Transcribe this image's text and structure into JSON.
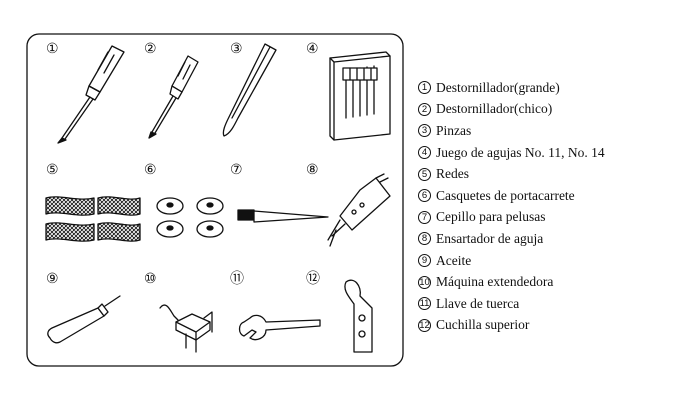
{
  "figure_labels": [
    "①",
    "②",
    "③",
    "④",
    "⑤",
    "⑥",
    "⑦",
    "⑧",
    "⑨",
    "⑩",
    "⑪",
    "⑫"
  ],
  "legend": [
    {
      "num": "1",
      "text": "Destornillador(grande)"
    },
    {
      "num": "2",
      "text": "Destornillador(chico)"
    },
    {
      "num": "3",
      "text": "Pinzas"
    },
    {
      "num": "4",
      "text": "Juego de agujas No. 11, No. 14"
    },
    {
      "num": "5",
      "text": "Redes"
    },
    {
      "num": "6",
      "text": "Casquetes de portacarrete"
    },
    {
      "num": "7",
      "text": "Cepillo para pelusas"
    },
    {
      "num": "8",
      "text": "Ensartador de aguja"
    },
    {
      "num": "9",
      "text": "Aceite"
    },
    {
      "num": "10",
      "text": "Máquina extendedora"
    },
    {
      "num": "11",
      "text": "Llave de tuerca"
    },
    {
      "num": "12",
      "text": "Cuchilla superior"
    }
  ],
  "icons": [
    "screwdriver-large-icon",
    "screwdriver-small-icon",
    "tweezers-icon",
    "needle-set-icon",
    "nets-icon",
    "spool-caps-icon",
    "lint-brush-icon",
    "needle-threader-icon",
    "oiler-icon",
    "spreader-machine-icon",
    "wrench-icon",
    "upper-knife-icon"
  ]
}
